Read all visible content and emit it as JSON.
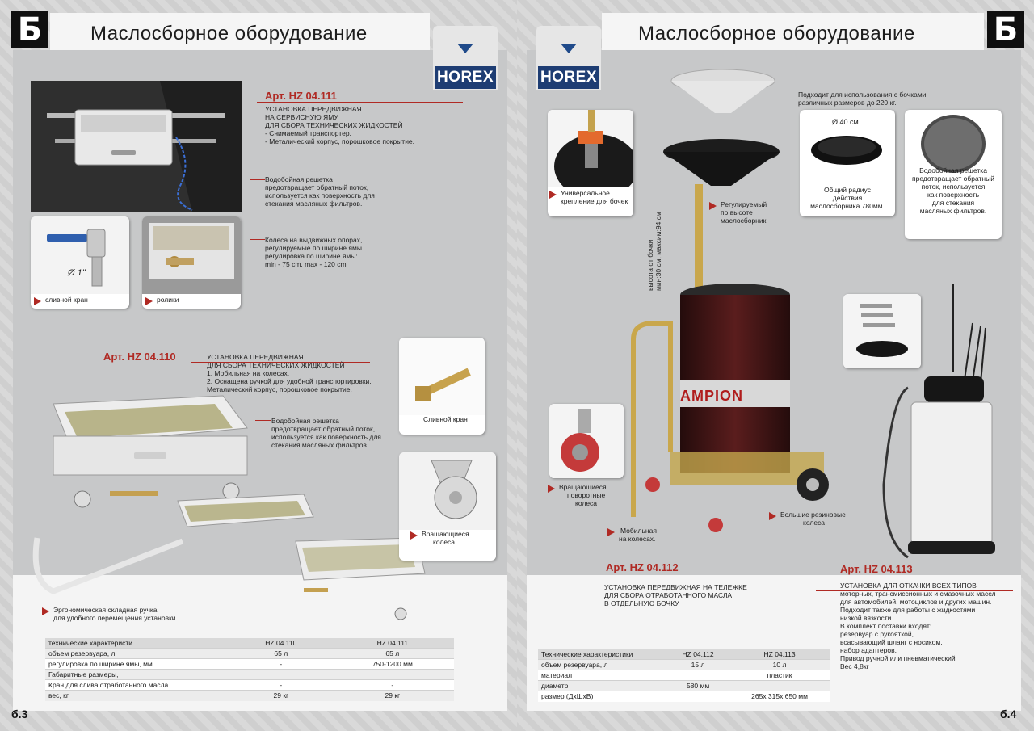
{
  "left_page": {
    "section_letter": "Б",
    "title": "Маслосборное  оборудование",
    "brand": "HOREX",
    "page_number": "б.3",
    "hz04111": {
      "article": "Арт.  HZ 04.111",
      "lines": [
        "УСТАНОВКА ПЕРЕДВИЖНАЯ",
        "НА СЕРВИСНУЮ ЯМУ",
        "ДЛЯ СБОРА ТЕХНИЧЕСКИХ ЖИДКОСТЕЙ",
        "- Снимаемый транспортер.",
        "- Металический корпус, порошковое покрытие."
      ],
      "grate_lines": [
        "Водобойная решетка",
        "предотвращает обратный поток,",
        "используется как поверхность для",
        "стекания масляных фильтров."
      ],
      "wheels_lines": [
        "Колеса на выдвижных опорах,",
        "регулируемые по ширине ямы.",
        "регулировка по ширине ямы:",
        "min - 75 cm, max - 120 cm"
      ],
      "drain_caption": "сливной кран",
      "rollers_caption": "ролики",
      "diameter_label": "Ø 1\""
    },
    "hz04110": {
      "article": "Арт.  HZ 04.110",
      "lines": [
        "УСТАНОВКА ПЕРЕДВИЖНАЯ",
        "ДЛЯ СБОРА ТЕХНИЧЕСКИХ ЖИДКОСТЕЙ",
        "1. Мобильная на колесах.",
        "2. Оснащена ручкой для удобной транспортировки.",
        "Металический корпус, порошковое покрытие."
      ],
      "grate_lines": [
        "Водобойная решетка",
        "предотвращает обратный поток,",
        "используется как поверхность для",
        "стекания масляных фильтров."
      ],
      "drain_caption": "Сливной кран",
      "casters_caption": [
        "Вращающиеся",
        "колеса"
      ],
      "handle_lines": [
        "Эргономическая складная ручка",
        "для удобного перемещения установки."
      ]
    },
    "table": {
      "headers": [
        "технические характеристи",
        "HZ 04.110",
        "HZ 04.111"
      ],
      "rows": [
        [
          "объем резервуара, л",
          "65 л",
          "65 л"
        ],
        [
          "регулировка по ширине ямы, мм",
          "-",
          "750-1200 мм"
        ],
        [
          "Габаритные размеры,",
          "",
          ""
        ],
        [
          "Кран для слива отработанного масла",
          "-",
          "-"
        ],
        [
          "вес, кг",
          "29 кг",
          "29 кг"
        ]
      ]
    }
  },
  "right_page": {
    "section_letter": "Б",
    "title": "Маслосборное  оборудование",
    "brand": "HOREX",
    "page_number": "б.4",
    "fits_lines": [
      "Подходит для использования с бочками",
      "различных размеров до 220 кг."
    ],
    "universal_mount": [
      "Универсальное",
      "крепление для бочек"
    ],
    "adjustable": [
      "Регулируемый",
      "по высоте",
      "маслосборник"
    ],
    "height_label": [
      "высота от бочки",
      "мин:30 см, максим:94 см"
    ],
    "diameter_small": "Ø 40 см",
    "radius_lines": [
      "Общий радиус",
      "действия",
      "маслосборника 780мм."
    ],
    "grate_lines": [
      "Водобойная решетка",
      "предотвращает обратный",
      "поток, используется",
      "как поверхность",
      "для стекания",
      "масляных фильтров."
    ],
    "swivel": [
      "Вращающиеся",
      "поворотные",
      "колеса"
    ],
    "mobile": [
      "Мобильная",
      "на колесах."
    ],
    "rubber": [
      "Большие резиновые",
      "колеса"
    ],
    "barrel_text": "AMPION",
    "hz04112": {
      "article": "Арт.  HZ 04.112",
      "lines": [
        "УСТАНОВКА ПЕРЕДВИЖНАЯ НА ТЕЛЕЖКЕ",
        "ДЛЯ СБОРА ОТРАБОТАННОГО МАСЛА",
        "В ОТДЕЛЬНУЮ БОЧКУ"
      ]
    },
    "hz04113": {
      "article": "Арт.  HZ 04.113",
      "lines": [
        "УСТАНОВКА ДЛЯ ОТКАЧКИ ВСЕХ ТИПОВ",
        "моторных, трансмиссионных и смазочных масел",
        "для автомобилей, мотоциклов и других машин.",
        "Подходит также для работы с жидкостями",
        "низкой вязкости.",
        "В комплект поставки входят:",
        "резервуар с рукояткой,",
        "всасывающий шланг с носиком,",
        "набор адаптеров.",
        "Привод ручной или пневматический",
        "Вес 4,8кг"
      ]
    },
    "table": {
      "headers": [
        "Технические характеристики",
        "HZ 04.112",
        "HZ 04.113"
      ],
      "rows": [
        [
          "объем резервуара, л",
          "15 л",
          "10 л"
        ],
        [
          "материал",
          "",
          "пластик"
        ],
        [
          "диаметр",
          "580 мм",
          ""
        ],
        [
          "размер (ДхШхВ)",
          "",
          "265x 315x 650 мм"
        ]
      ]
    }
  },
  "colors": {
    "accent_red": "#b02a24",
    "brand_blue": "#1e3d73",
    "panel_gray": "#c7c8c9"
  }
}
